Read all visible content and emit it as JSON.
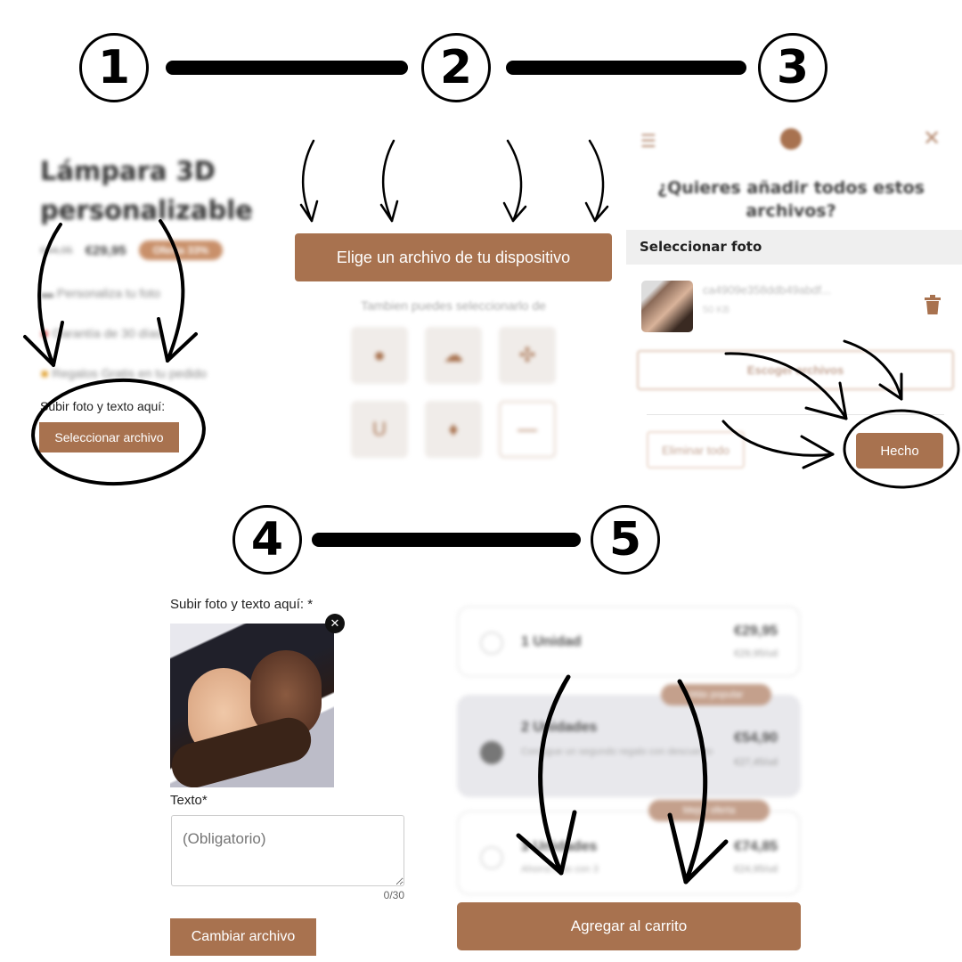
{
  "steps": [
    "1",
    "2",
    "3",
    "4",
    "5"
  ],
  "colors": {
    "accent": "#a8724f",
    "panel_gray": "#efefef"
  },
  "step1": {
    "title_line1": "Lámpara 3D",
    "title_line2": "personalizable",
    "old_price": "€44,95",
    "price": "€29,95",
    "badge": "Oferta 33%",
    "features": [
      "Personaliza tu foto",
      "Garantía de 30 días",
      "Regalos Gratis en tu pedido"
    ],
    "upload_label": "Subir foto y texto aquí:",
    "select_button": "Seleccionar archivo"
  },
  "step2": {
    "device_button": "Elige un archivo de tu dispositivo",
    "also_label": "Tambien puedes seleccionarlo de",
    "sources": [
      "facebook-icon",
      "cloud-icon",
      "google-photos-icon",
      "unsplash-icon",
      "dropbox-icon",
      "more-icon"
    ]
  },
  "step3": {
    "title": "¿Quieres añadir todos estos archivos?",
    "section": "Seleccionar foto",
    "file_name": "ca4909e358ddb49abdf...",
    "file_size": "50 KB",
    "choose_button": "Escoger archivos",
    "remove_all_button": "Eliminar todo",
    "done_button": "Hecho"
  },
  "step4": {
    "upload_label": "Subir foto y texto aquí: *",
    "text_label": "Texto*",
    "text_placeholder": "(Obligatorio)",
    "counter": "0/30",
    "change_button": "Cambiar archivo"
  },
  "step5": {
    "options": [
      {
        "name": "1 Unidad",
        "price": "€29,95",
        "sub": "€29,95/ud"
      },
      {
        "name": "2 Unidades",
        "badge": "Más popular",
        "desc": "Consigue un segundo regalo con descuento",
        "price": "€54,90",
        "sub": "€27,45/ud"
      },
      {
        "name": "3 Unidades",
        "badge": "Mejor oferta",
        "desc": "Ahorra más con 3",
        "price": "€74,85",
        "sub": "€24,95/ud"
      }
    ],
    "add_button": "Agregar al carrito"
  }
}
